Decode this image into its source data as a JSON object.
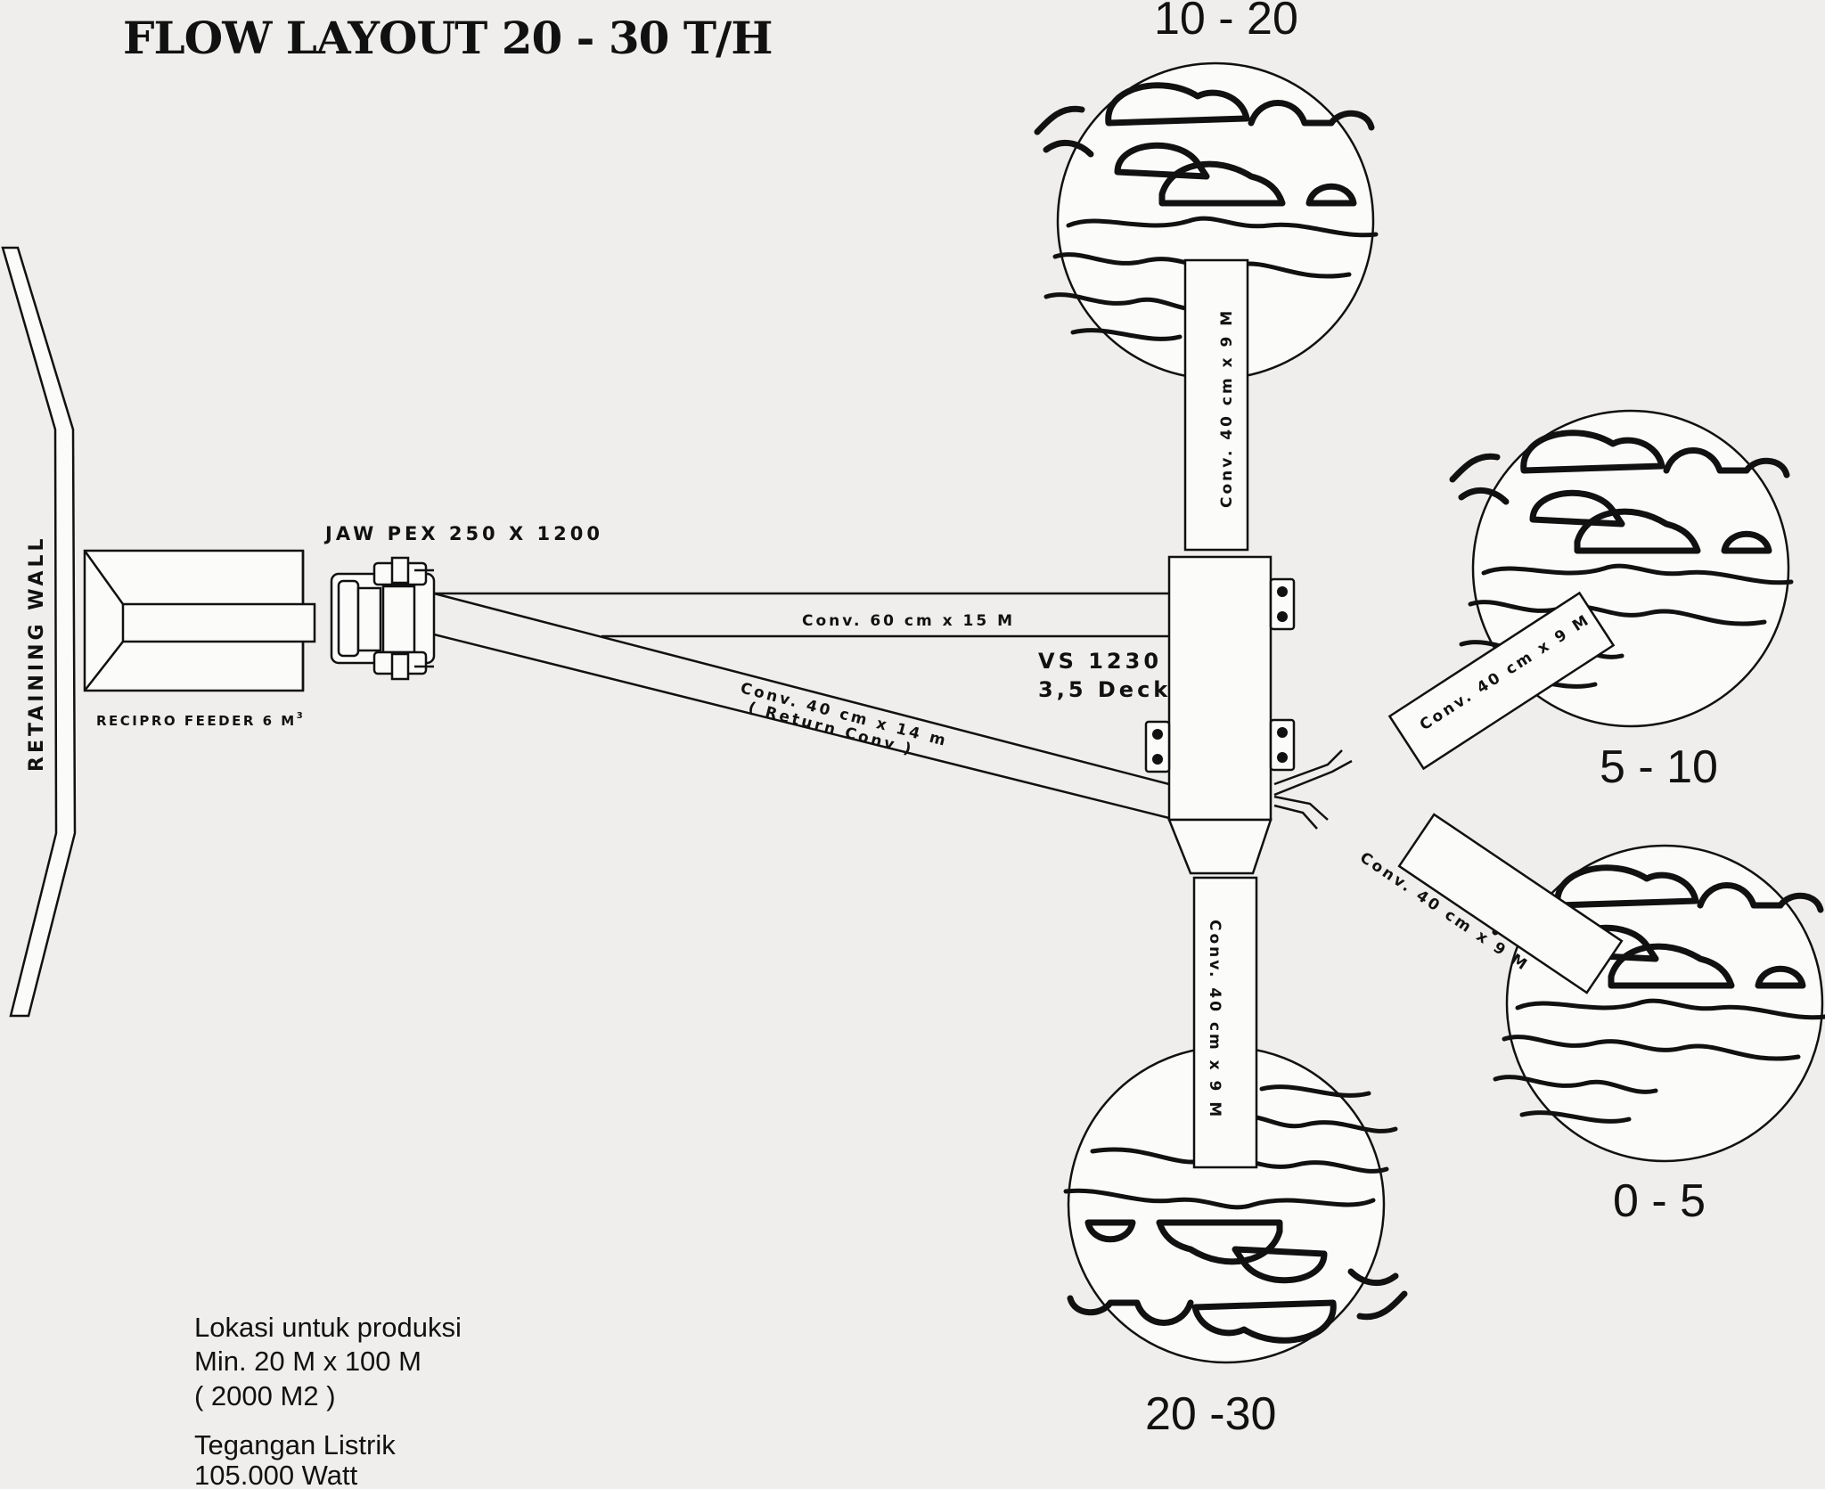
{
  "title": "FLOW LAYOUT 20 - 30 T/H",
  "retaining_wall": {
    "label": "RETAINING WALL"
  },
  "feeder": {
    "label": "RECIPRO FEEDER 6 M",
    "superscript": "3"
  },
  "jaw": {
    "label": "JAW PEX 250 X 1200"
  },
  "screen": {
    "line1": "VS 1230",
    "line2": "3,5 Deck"
  },
  "conveyors": {
    "main": "Conv. 60 cm x 15 M",
    "return_line1": "Conv. 40 cm x 14 m",
    "return_line2": "( Return Conv )",
    "top": "Conv. 40 cm x 9 M",
    "right_upper": "Conv. 40 cm x 9 M",
    "right_lower": "Conv. 40 cm x 9 M",
    "bottom": "Conv. 40 cm x 9 M"
  },
  "piles": {
    "top": "10 - 20",
    "right_upper": "5 - 10",
    "right_lower": "0 - 5",
    "bottom": "20 -30"
  },
  "notes": {
    "line1": "Lokasi untuk produksi",
    "line2": "Min. 20 M x 100 M",
    "line3": "( 2000 M2 )",
    "line4": "Tegangan Listrik",
    "line5": "105.000 Watt"
  }
}
